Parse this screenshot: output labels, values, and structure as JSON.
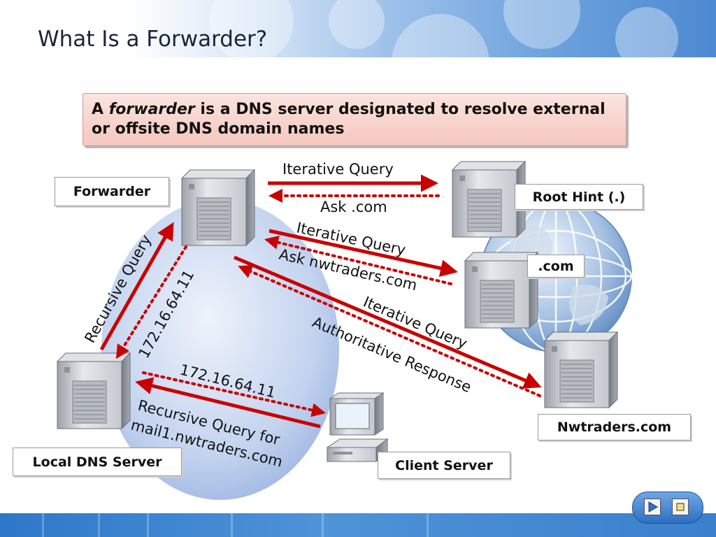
{
  "slide": {
    "title": "What Is a Forwarder?",
    "definition": {
      "lead": "A ",
      "term": "forwarder",
      "rest": " is a DNS server designated to resolve external or offsite DNS domain names"
    }
  },
  "nodes": {
    "forwarder": "Forwarder",
    "root_hint": "Root Hint (.)",
    "com": ".com",
    "nwtraders": "Nwtraders.com",
    "local_dns": "Local DNS Server",
    "client": "Client Server"
  },
  "flows": {
    "iterative_query_1": "Iterative Query",
    "ask_com": "Ask .com",
    "iterative_query_2": "Iterative Query",
    "ask_nwtraders": "Ask nwtraders.com",
    "iterative_query_3": "Iterative Query",
    "authoritative_response": "Authoritative Response",
    "recursive_query": "Recursive Query",
    "ip_vertical": "172.16.64.11",
    "ip_client": "172.16.64.11",
    "client_query_line1": "Recursive Query for",
    "client_query_line2": "mail1.nwtraders.com"
  },
  "colors": {
    "arrow": "#c80000",
    "definition_fill": "#f7d0c9",
    "ellipse": "#a9bfe6"
  },
  "icons": {
    "server": "server-icon",
    "globe": "globe-icon",
    "workstation": "computer-icon",
    "play": "play-icon",
    "stop": "stop-icon"
  }
}
